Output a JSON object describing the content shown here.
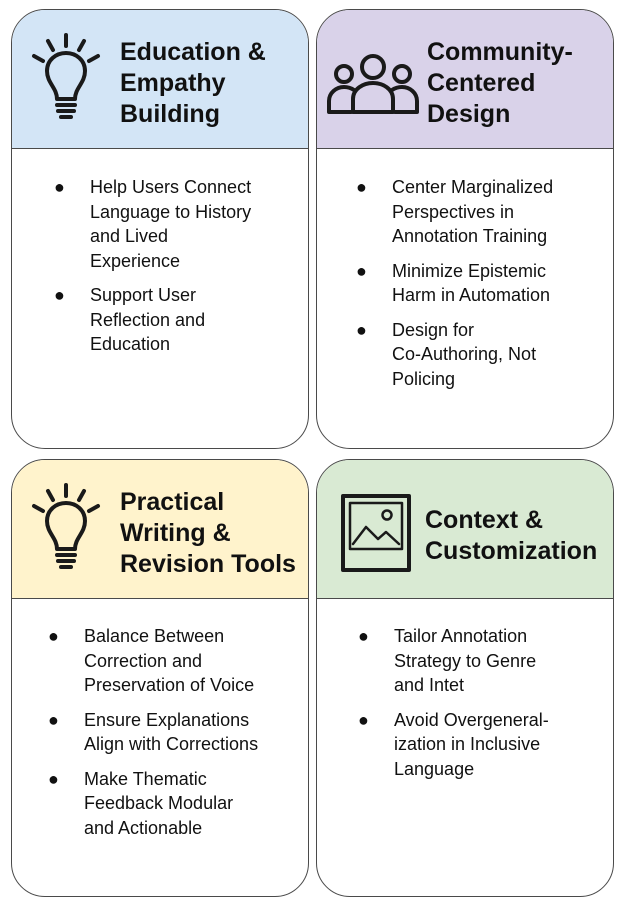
{
  "colors": {
    "blue_header": "#d3e5f6",
    "purple_header": "#d9d2e9",
    "yellow_header": "#fff3cc",
    "green_header": "#d9ead3",
    "border": "#4a4a4a",
    "icon": "#1a1a1a"
  },
  "bullet_symbol": "●",
  "cards": [
    {
      "icon": "lightbulb-icon",
      "title_lines": [
        "Education &",
        "Empathy",
        "Building"
      ],
      "items": [
        {
          "lines": [
            "Help Users Connect",
            "Language to History",
            "and Lived",
            "Experience"
          ]
        },
        {
          "lines": [
            "Support User",
            "Reflection and",
            "Education"
          ]
        }
      ]
    },
    {
      "icon": "group-of-people-icon",
      "title_lines": [
        "Community-",
        "Centered",
        "Design"
      ],
      "items": [
        {
          "lines": [
            "Center Marginalized",
            "Perspectives in",
            "Annotation Training"
          ]
        },
        {
          "lines": [
            "Minimize Epistemic",
            "Harm in Automation"
          ]
        },
        {
          "lines": [
            "Design for",
            "Co-Authoring, Not",
            "Policing"
          ]
        }
      ]
    },
    {
      "icon": "lightbulb-icon",
      "title_lines": [
        "Practical",
        "Writing &",
        "Revision Tools"
      ],
      "items": [
        {
          "lines": [
            "Balance Between",
            "Correction and",
            "Preservation of Voice"
          ]
        },
        {
          "lines": [
            "Ensure Explanations",
            "Align with Corrections"
          ]
        },
        {
          "lines": [
            "Make Thematic",
            "Feedback Modular",
            "and Actionable"
          ]
        }
      ]
    },
    {
      "icon": "framed-picture-icon",
      "title_lines": [
        "Context &",
        "Customization"
      ],
      "items": [
        {
          "lines": [
            "Tailor Annotation",
            "Strategy to Genre",
            "and Intet"
          ]
        },
        {
          "lines": [
            "Avoid Overgeneral-",
            "ization in Inclusive",
            "Language"
          ]
        }
      ]
    }
  ]
}
